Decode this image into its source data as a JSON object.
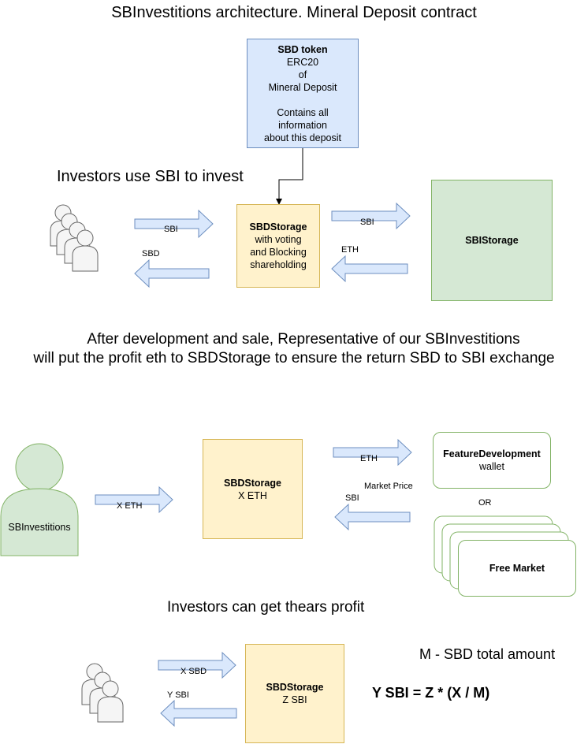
{
  "titles": {
    "main": "SBInvestitions architecture. Mineral Deposit contract",
    "investors_use": "Investors use SBI to invest",
    "after_dev_line1": "After development and sale, Representative of our SBInvestitions",
    "after_dev_line2": "will put the profit eth to SBDStorage to ensure the return SBD to SBI exchange",
    "investors_profit": "Investors can get thears profit"
  },
  "token_box": {
    "title": "SBD token",
    "line1": "ERC20",
    "line2": "of",
    "line3": "Mineral Deposit",
    "line4": "Contains all",
    "line5": "information",
    "line6": "about this deposit"
  },
  "storage_voting": {
    "title": "SBDStorage",
    "line1": "with voting",
    "line2": "and Blocking",
    "line3": "shareholding"
  },
  "sbi_storage": {
    "title": "SBIStorage"
  },
  "storage_eth": {
    "title": "SBDStorage",
    "line1": "X ETH"
  },
  "representative": {
    "label": "SBInvestitions"
  },
  "feature_dev": {
    "title": "FeatureDevelopment",
    "line1": "wallet"
  },
  "or_label": "OR",
  "free_market": {
    "title": "Free Market"
  },
  "storage_sbi": {
    "title": "SBDStorage",
    "line1": "Z SBI"
  },
  "formula": {
    "total": "M - SBD total amount",
    "equation": "Y SBI = Z * (X / M)"
  },
  "arrow_labels": {
    "sbi_in": "SBI",
    "sbd_out": "SBD",
    "sbi_to_storage": "SBI",
    "eth_back": "ETH",
    "x_eth": "X ETH",
    "eth_to_feature": "ETH",
    "market_price": "Market Price",
    "sbi_from_market": "SBI",
    "x_sbd": "X SBD",
    "y_sbi": "Y SBI"
  },
  "colors": {
    "blue_fill": "#dae8fc",
    "blue_stroke": "#6c8ebf",
    "yellow_fill": "#fff2cc",
    "yellow_stroke": "#d6b656",
    "green_fill": "#d5e8d4",
    "green_stroke": "#82b366",
    "person_fill": "#f5f5f5",
    "person_stroke": "#666666"
  }
}
